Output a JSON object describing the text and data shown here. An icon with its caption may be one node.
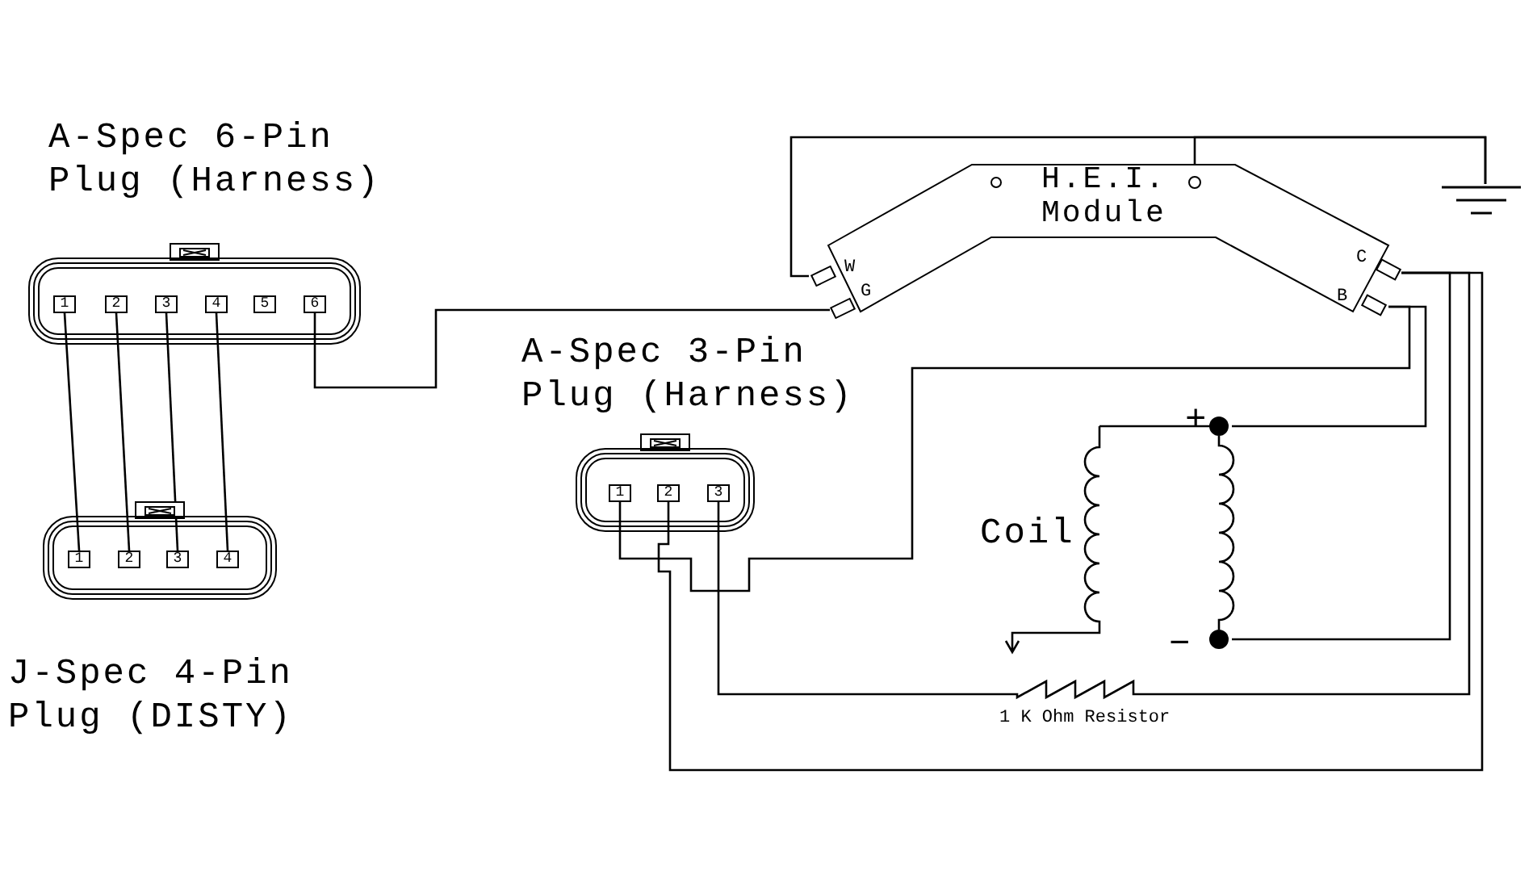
{
  "diagram": {
    "nodes": [
      {
        "text": [
          "A-Spec 6-Pin Plug (Harness)"
        ]
      },
      {
        "text": [
          "1"
        ],
        "in": 0
      },
      {
        "text": [
          "2"
        ],
        "in": 0
      },
      {
        "text": [
          "3"
        ],
        "in": 0
      },
      {
        "text": [
          "4"
        ],
        "in": 0
      },
      {
        "text": [
          "5"
        ],
        "in": 0
      },
      {
        "text": [
          "6"
        ],
        "in": 0
      },
      {
        "text": [
          "J-Spec 4-Pin Plug (DISTY)"
        ]
      },
      {
        "text": [
          "1"
        ],
        "in": 7
      },
      {
        "text": [
          "2"
        ],
        "in": 7
      },
      {
        "text": [
          "3"
        ],
        "in": 7
      },
      {
        "text": [
          "4"
        ],
        "in": 7
      },
      {
        "text": [
          "H.E.I. Module"
        ]
      },
      {
        "text": [
          "W"
        ]
      },
      {
        "text": [
          "G"
        ]
      },
      {
        "text": [
          "C"
        ]
      },
      {
        "text": [
          "B"
        ]
      },
      {
        "text": [],
        "shape": "circle",
        "in": 12
      },
      {
        "text": [],
        "shape": "ground"
      },
      {
        "text": [
          "A-Spec 3-Pin Plug (Harness)"
        ]
      },
      {
        "text": [
          "1"
        ],
        "in": 19
      },
      {
        "text": [
          "2"
        ],
        "in": 19
      },
      {
        "text": [
          "3"
        ],
        "in": 19
      },
      {
        "text": [
          "Coil"
        ]
      },
      {
        "text": [
          "+"
        ],
        "in": 23
      },
      {
        "text": [
          "−"
        ],
        "in": 23
      },
      {
        "text": [
          "1 K Ohm Resistor"
        ]
      }
    ],
    "edges": [
      {
        "from": 1,
        "to": 8,
        "arrow": "none"
      },
      {
        "from": 2,
        "to": 9,
        "arrow": "none"
      },
      {
        "from": 3,
        "to": 10,
        "arrow": "none"
      },
      {
        "from": 4,
        "to": 11,
        "arrow": "none"
      },
      {
        "from": 6,
        "to": 14,
        "arrow": "none"
      },
      {
        "from": 13,
        "to": 18,
        "arrow": "none"
      },
      {
        "from": 17,
        "to": 18,
        "arrow": "none"
      },
      {
        "from": 20,
        "to": 16,
        "arrow": "none"
      },
      {
        "from": 16,
        "to": 24,
        "arrow": "none"
      },
      {
        "from": 25,
        "to": 15,
        "arrow": "none"
      },
      {
        "from": 22,
        "to": 26,
        "arrow": "none"
      },
      {
        "from": 26,
        "to": 15,
        "arrow": "none"
      },
      {
        "from": 21,
        "to": 15,
        "arrow": "none"
      },
      {
        "from": 24,
        "to": 25,
        "arrow": "none"
      }
    ]
  }
}
